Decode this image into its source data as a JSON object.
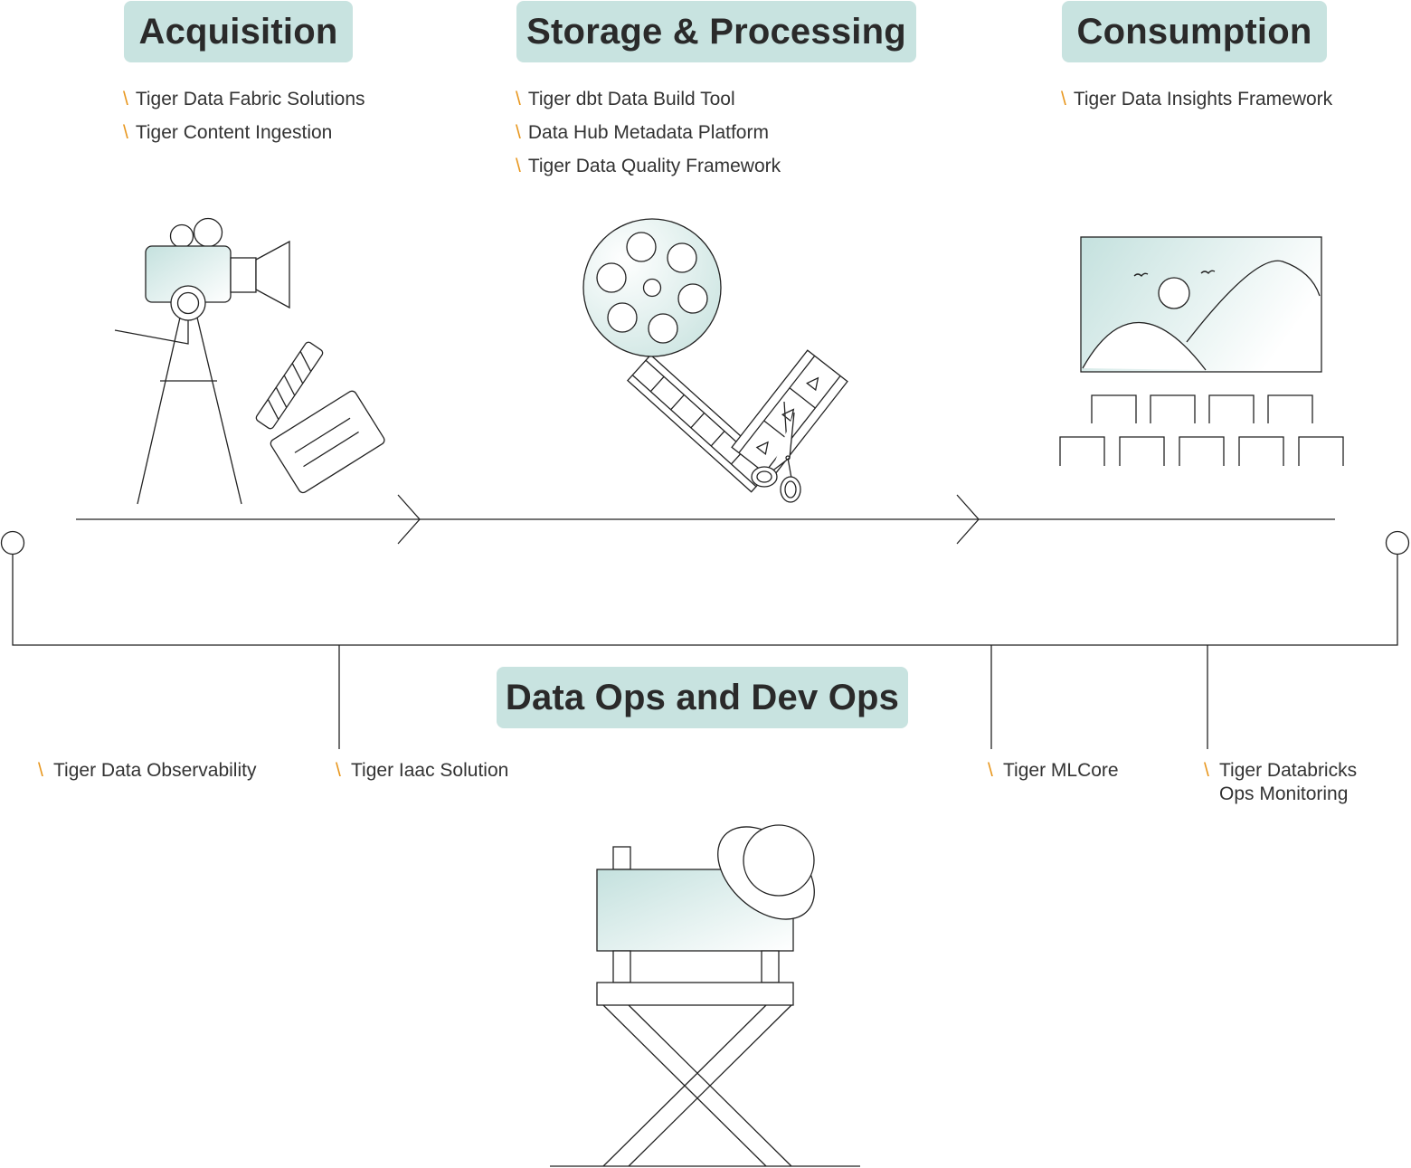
{
  "stages": [
    {
      "title": "Acquisition",
      "items": [
        "Tiger Data Fabric Solutions",
        "Tiger Content Ingestion"
      ]
    },
    {
      "title": "Storage & Processing",
      "items": [
        "Tiger dbt Data Build Tool",
        "Data Hub Metadata Platform",
        "Tiger Data Quality Framework"
      ]
    },
    {
      "title": "Consumption",
      "items": [
        "Tiger Data Insights Framework"
      ]
    }
  ],
  "ops": {
    "title": "Data Ops and Dev Ops",
    "items": [
      "Tiger Data Observability",
      "Tiger Iaac Solution",
      "Tiger MLCore",
      "Tiger Databricks\nOps Monitoring"
    ]
  },
  "bullet_marker": "\\",
  "icons": [
    "movie-camera-icon",
    "clapperboard-icon",
    "film-reel-icon",
    "film-strip-icon",
    "scissors-icon",
    "cinema-screen-icon",
    "theater-seats-icon",
    "directors-chair-icon"
  ],
  "colors": {
    "title_bg": "#c8e3e0",
    "accent": "#e8961c",
    "line": "#222222",
    "tint": "#c9e4e1"
  }
}
